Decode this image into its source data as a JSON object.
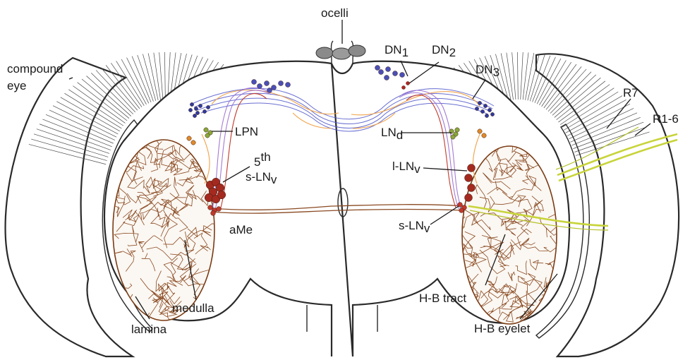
{
  "labels": {
    "ocelli": "ocelli",
    "compound_eye_1": "compound",
    "compound_eye_2": "eye",
    "dn1_base": "DN",
    "dn1_sub": "1",
    "dn2_base": "DN",
    "dn2_sub": "2",
    "dn3_base": "DN",
    "dn3_sub": "3",
    "r7": "R7",
    "r1_6": "R1-6",
    "lpn": "LPN",
    "lnd_base": "LN",
    "lnd_sub": "d",
    "fifth_base": "5",
    "fifth_sup": "th",
    "s_lnv_left_base": "s-LN",
    "s_lnv_left_sub": "v",
    "l_lnv_base": "l-LN",
    "l_lnv_sub": "v",
    "s_lnv_right_base": "s-LN",
    "s_lnv_right_sub": "v",
    "ame": "aMe",
    "medulla": "medulla",
    "lamina": "lamina",
    "hb_tract": "H-B tract",
    "hb_eyelet": "H-B eyelet"
  },
  "colors": {
    "outline": "#2a2a2a",
    "neuropil_brown": "#8a4a22",
    "dorsal_blue": "#4d55c9",
    "purple": "#9a6bd0",
    "orange": "#f0a24a",
    "red_cells": "#b3261e",
    "green_cells": "#8aa83a",
    "yellow_photoreceptor": "#c8d43a"
  }
}
